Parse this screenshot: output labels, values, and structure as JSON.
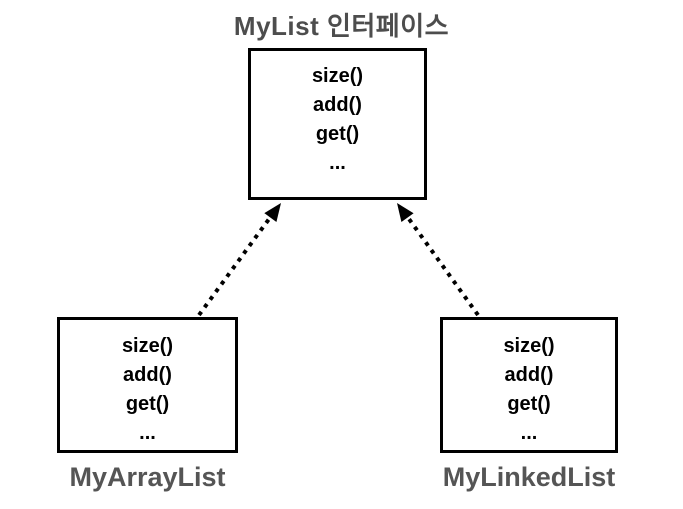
{
  "title": "MyList 인터페이스",
  "interface_box": {
    "methods": [
      "size()",
      "add()",
      "get()",
      "..."
    ]
  },
  "implementations": [
    {
      "label": "MyArrayList",
      "methods": [
        "size()",
        "add()",
        "get()",
        "..."
      ]
    },
    {
      "label": "MyLinkedList",
      "methods": [
        "size()",
        "add()",
        "get()",
        "..."
      ]
    }
  ],
  "arrows": [
    {
      "from": "MyArrayList",
      "to": "MyList 인터페이스",
      "line_style": "dotted",
      "head_style": "solid-triangle"
    },
    {
      "from": "MyLinkedList",
      "to": "MyList 인터페이스",
      "line_style": "dotted",
      "head_style": "solid-triangle"
    }
  ],
  "colors": {
    "background": "#ffffff",
    "box_border": "#000000",
    "method_text": "#000000",
    "heading_text": "#4d4d4d",
    "label_text": "#555555",
    "arrow": "#000000"
  }
}
